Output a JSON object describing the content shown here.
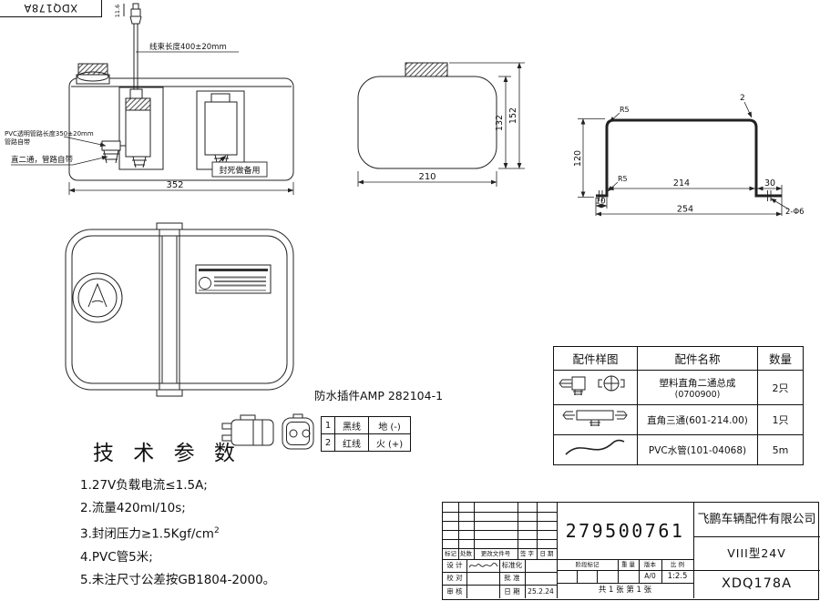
{
  "colors": {
    "ink": "#111111",
    "paper": "#ffffff"
  },
  "corner_stamp": {
    "text": "XDQ178A"
  },
  "front_view": {
    "dim_top": "11.6",
    "wire_label": "线束长度400±20mm",
    "pvc_label_1": "PVC透明管路长度350±20mm",
    "pvc_label_2": "管路自带",
    "fitting_label": "直二通，管路自带",
    "sealed_label": "封死做备用",
    "dim_width": "352"
  },
  "side_view": {
    "dim_width": "210",
    "dim_body_height": "132",
    "dim_total_height": "152"
  },
  "bracket_view": {
    "dim_height": "120",
    "radius_top": "R5",
    "radius_bottom": "R5",
    "thickness": "2",
    "dim_inner": "214",
    "dim_flange_right": "30",
    "dim_flange_left": "10",
    "dim_total": "254",
    "holes": "2-Φ6"
  },
  "connector": {
    "title": "防水插件AMP 282104-1",
    "pins": [
      {
        "no": "1",
        "wire": "黑线",
        "polarity": "地 (-)"
      },
      {
        "no": "2",
        "wire": "红线",
        "polarity": "火 (+)"
      }
    ]
  },
  "tech_params": {
    "title": "技 术 参 数",
    "items": [
      "1.27V负载电流≤1.5A;",
      "2.流量420ml/10s;",
      "3.封闭压力≥1.5Kgf/cm",
      "4.PVC管5米;",
      "5.未注尺寸公差按GB1804-2000。"
    ],
    "pressure_sup": "2"
  },
  "parts_table": {
    "col_sample": "配件样图",
    "col_name": "配件名称",
    "col_qty": "数量",
    "rows": [
      {
        "name_line1": "塑料直角二通总成",
        "name_line2": "(0700900)",
        "qty": "2只"
      },
      {
        "name_line1": "直角三通(601-214.00)",
        "qty": "1只"
      },
      {
        "name_line1": "PVC水管(101-04068)",
        "qty": "5m"
      }
    ]
  },
  "title_block": {
    "part_number": "279500761",
    "company": "飞鹏车辆配件有限公司",
    "model": "VIII型24V",
    "drawing_no": "XDQ178A",
    "rev_headers": {
      "mark": "标记",
      "count": "处数",
      "doc": "更改文件号",
      "sign": "签 字",
      "date": "日 期"
    },
    "sign_rows": {
      "design_label": "设 计",
      "std_label": "标准化",
      "check_label": "校 对",
      "approve_label": "批 准",
      "audit_label": "审 核",
      "date_label": "日 期",
      "date_value": "25.2.24"
    },
    "stage_label": "阶段标记",
    "weight_label": "重 量",
    "version_label": "版本",
    "scale_label": "比 例",
    "version_value": "A/0",
    "scale_value": "1:2.5",
    "sheet_info": "共 1 张  第 1 张"
  }
}
